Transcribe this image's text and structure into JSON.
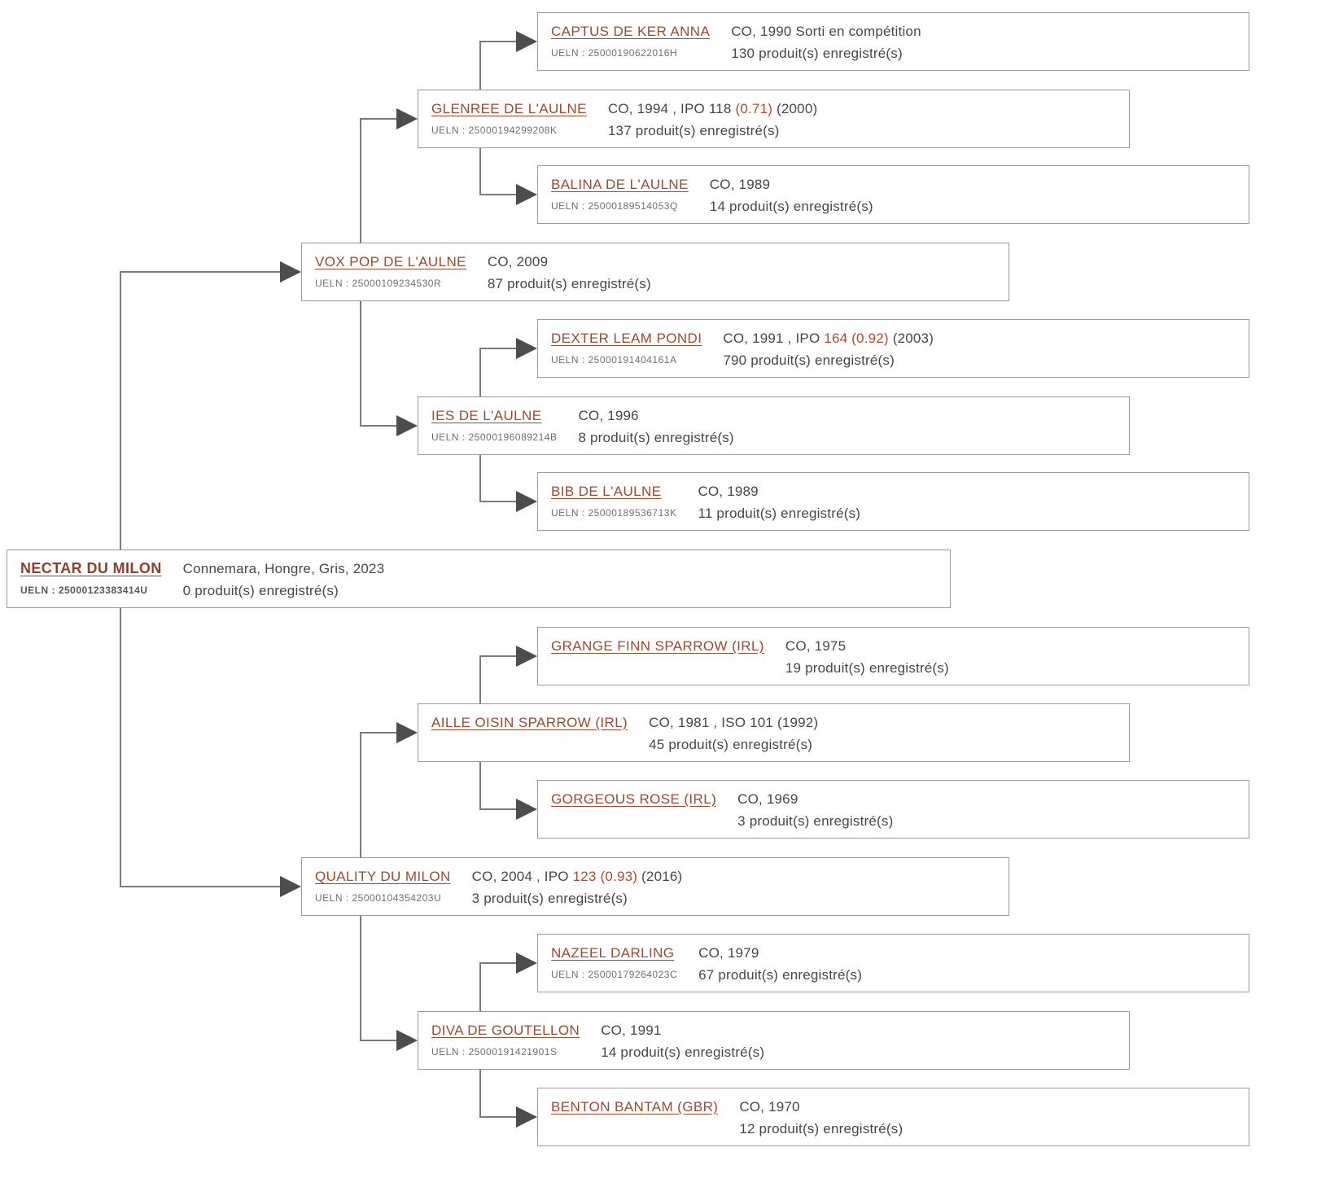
{
  "colors": {
    "background": "#FFFFFF",
    "name_link": "#9C4A2F",
    "accent_number": "#AE4B2C",
    "details_text": "#474747",
    "ueln_text": "#6F6F6F",
    "box_border": "#9A9A9A",
    "connector_line": "#7B7B7B",
    "arrowhead": "#4D4D4D"
  },
  "nodes": [
    {
      "name": "CAPTUS DE KER ANNA",
      "ueln": "UELN : 25000190622016H",
      "details_pre": "CO, 1990 Sorti en compétition",
      "details_accent": "",
      "details_post": "",
      "produits": "130 produit(s) enregistré(s)"
    },
    {
      "name": "GLENREE DE L'AULNE",
      "ueln": "UELN : 25000194299208K",
      "details_pre": "CO, 1994 , IPO 118 ",
      "details_accent": "(0.71)",
      "details_post": " (2000)",
      "produits": "137 produit(s) enregistré(s)"
    },
    {
      "name": "BALINA DE L'AULNE",
      "ueln": "UELN : 25000189514053Q",
      "details_pre": "CO, 1989",
      "details_accent": "",
      "details_post": "",
      "produits": "14 produit(s) enregistré(s)"
    },
    {
      "name": "VOX POP DE L'AULNE",
      "ueln": "UELN : 25000109234530R",
      "details_pre": "CO, 2009",
      "details_accent": "",
      "details_post": "",
      "produits": "87 produit(s) enregistré(s)"
    },
    {
      "name": "DEXTER LEAM PONDI",
      "ueln": "UELN : 25000191404161A",
      "details_pre": "CO, 1991 , IPO ",
      "details_accent": "164 (0.92)",
      "details_post": " (2003)",
      "produits": "790 produit(s) enregistré(s)"
    },
    {
      "name": "IES DE L'AULNE",
      "ueln": "UELN : 25000196089214B",
      "details_pre": "CO, 1996",
      "details_accent": "",
      "details_post": "",
      "produits": "8 produit(s) enregistré(s)"
    },
    {
      "name": "BIB DE L'AULNE",
      "ueln": "UELN : 25000189536713K",
      "details_pre": "CO, 1989",
      "details_accent": "",
      "details_post": "",
      "produits": "11 produit(s) enregistré(s)"
    },
    {
      "name": "NECTAR DU MILON",
      "ueln": "UELN : 25000123383414U",
      "details_pre": "Connemara, Hongre, Gris, 2023",
      "details_accent": "",
      "details_post": "",
      "produits": "0 produit(s) enregistré(s)"
    },
    {
      "name": "GRANGE FINN SPARROW (IRL)",
      "ueln": "",
      "details_pre": "CO, 1975",
      "details_accent": "",
      "details_post": "",
      "produits": "19 produit(s) enregistré(s)"
    },
    {
      "name": "AILLE OISIN SPARROW (IRL)",
      "ueln": "",
      "details_pre": "CO, 1981 , ISO 101 (1992)",
      "details_accent": "",
      "details_post": "",
      "produits": "45 produit(s) enregistré(s)"
    },
    {
      "name": "GORGEOUS ROSE (IRL)",
      "ueln": "",
      "details_pre": "CO, 1969",
      "details_accent": "",
      "details_post": "",
      "produits": "3 produit(s) enregistré(s)"
    },
    {
      "name": "QUALITY DU MILON",
      "ueln": "UELN : 25000104354203U",
      "details_pre": "CO, 2004 , IPO ",
      "details_accent": "123 (0.93)",
      "details_post": " (2016)",
      "produits": "3 produit(s) enregistré(s)"
    },
    {
      "name": "NAZEEL DARLING",
      "ueln": "UELN : 25000179264023C",
      "details_pre": "CO, 1979",
      "details_accent": "",
      "details_post": "",
      "produits": "67 produit(s) enregistré(s)"
    },
    {
      "name": "DIVA DE GOUTELLON",
      "ueln": "UELN : 25000191421901S",
      "details_pre": "CO, 1991",
      "details_accent": "",
      "details_post": "",
      "produits": "14 produit(s) enregistré(s)"
    },
    {
      "name": "BENTON BANTAM (GBR)",
      "ueln": "",
      "details_pre": "CO, 1970",
      "details_accent": "",
      "details_post": "",
      "produits": "12 produit(s) enregistré(s)"
    }
  ]
}
